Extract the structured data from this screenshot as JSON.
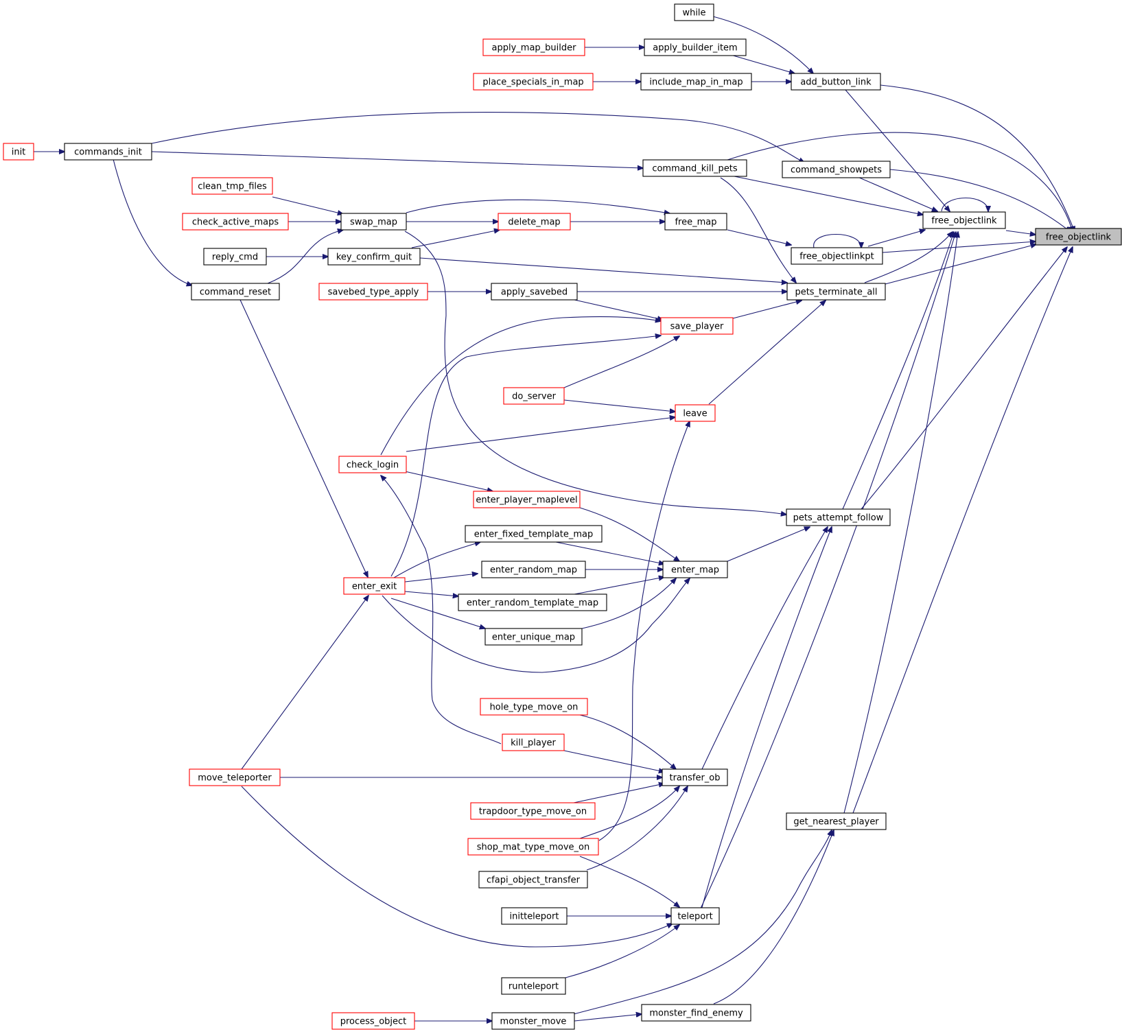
{
  "colors": {
    "edge": "#191970",
    "border_plain": "#000000",
    "border_truncated": "#ff0000",
    "target_fill": "#bfbfbf",
    "node_fill": "#ffffff"
  },
  "nodes": [
    {
      "id": "free_objectlink",
      "label": "free_objectlink",
      "style": "target"
    },
    {
      "id": "while",
      "label": "while",
      "style": "plain"
    },
    {
      "id": "apply_map_builder",
      "label": "apply_map_builder",
      "style": "truncated"
    },
    {
      "id": "apply_builder_item",
      "label": "apply_builder_item",
      "style": "plain"
    },
    {
      "id": "place_specials_in_map",
      "label": "place_specials_in_map",
      "style": "truncated"
    },
    {
      "id": "include_map_in_map",
      "label": "include_map_in_map",
      "style": "plain"
    },
    {
      "id": "add_button_link",
      "label": "add_button_link",
      "style": "plain"
    },
    {
      "id": "init",
      "label": "init",
      "style": "truncated"
    },
    {
      "id": "commands_init",
      "label": "commands_init",
      "style": "plain"
    },
    {
      "id": "command_kill_pets",
      "label": "command_kill_pets",
      "style": "plain"
    },
    {
      "id": "command_showpets",
      "label": "command_showpets",
      "style": "plain"
    },
    {
      "id": "clean_tmp_files",
      "label": "clean_tmp_files",
      "style": "truncated"
    },
    {
      "id": "check_active_maps",
      "label": "check_active_maps",
      "style": "truncated"
    },
    {
      "id": "swap_map",
      "label": "swap_map",
      "style": "plain"
    },
    {
      "id": "delete_map",
      "label": "delete_map",
      "style": "truncated"
    },
    {
      "id": "free_map",
      "label": "free_map",
      "style": "plain"
    },
    {
      "id": "free_objectlink_self",
      "label": "free_objectlink",
      "style": "plain"
    },
    {
      "id": "reply_cmd",
      "label": "reply_cmd",
      "style": "plain"
    },
    {
      "id": "key_confirm_quit",
      "label": "key_confirm_quit",
      "style": "plain"
    },
    {
      "id": "free_objectlinkpt",
      "label": "free_objectlinkpt",
      "style": "plain"
    },
    {
      "id": "command_reset",
      "label": "command_reset",
      "style": "plain"
    },
    {
      "id": "savebed_type_apply",
      "label": "savebed_type_apply",
      "style": "truncated"
    },
    {
      "id": "apply_savebed",
      "label": "apply_savebed",
      "style": "plain"
    },
    {
      "id": "pets_terminate_all",
      "label": "pets_terminate_all",
      "style": "plain"
    },
    {
      "id": "save_player",
      "label": "save_player",
      "style": "truncated"
    },
    {
      "id": "do_server",
      "label": "do_server",
      "style": "truncated"
    },
    {
      "id": "leave",
      "label": "leave",
      "style": "truncated"
    },
    {
      "id": "check_login",
      "label": "check_login",
      "style": "truncated"
    },
    {
      "id": "enter_player_maplevel",
      "label": "enter_player_maplevel",
      "style": "truncated"
    },
    {
      "id": "pets_attempt_follow",
      "label": "pets_attempt_follow",
      "style": "plain"
    },
    {
      "id": "enter_fixed_template_map",
      "label": "enter_fixed_template_map",
      "style": "plain"
    },
    {
      "id": "enter_random_map",
      "label": "enter_random_map",
      "style": "plain"
    },
    {
      "id": "enter_map",
      "label": "enter_map",
      "style": "plain"
    },
    {
      "id": "enter_exit",
      "label": "enter_exit",
      "style": "truncated"
    },
    {
      "id": "enter_random_template_map",
      "label": "enter_random_template_map",
      "style": "plain"
    },
    {
      "id": "enter_unique_map",
      "label": "enter_unique_map",
      "style": "plain"
    },
    {
      "id": "hole_type_move_on",
      "label": "hole_type_move_on",
      "style": "truncated"
    },
    {
      "id": "kill_player",
      "label": "kill_player",
      "style": "truncated"
    },
    {
      "id": "move_teleporter",
      "label": "move_teleporter",
      "style": "truncated"
    },
    {
      "id": "transfer_ob",
      "label": "transfer_ob",
      "style": "plain"
    },
    {
      "id": "trapdoor_type_move_on",
      "label": "trapdoor_type_move_on",
      "style": "truncated"
    },
    {
      "id": "get_nearest_player",
      "label": "get_nearest_player",
      "style": "plain"
    },
    {
      "id": "shop_mat_type_move_on",
      "label": "shop_mat_type_move_on",
      "style": "truncated"
    },
    {
      "id": "cfapi_object_transfer",
      "label": "cfapi_object_transfer",
      "style": "plain"
    },
    {
      "id": "initteleport",
      "label": "initteleport",
      "style": "plain"
    },
    {
      "id": "teleport",
      "label": "teleport",
      "style": "plain"
    },
    {
      "id": "runteleport",
      "label": "runteleport",
      "style": "plain"
    },
    {
      "id": "process_object",
      "label": "process_object",
      "style": "truncated"
    },
    {
      "id": "monster_move",
      "label": "monster_move",
      "style": "plain"
    },
    {
      "id": "monster_find_enemy",
      "label": "monster_find_enemy",
      "style": "plain"
    }
  ]
}
